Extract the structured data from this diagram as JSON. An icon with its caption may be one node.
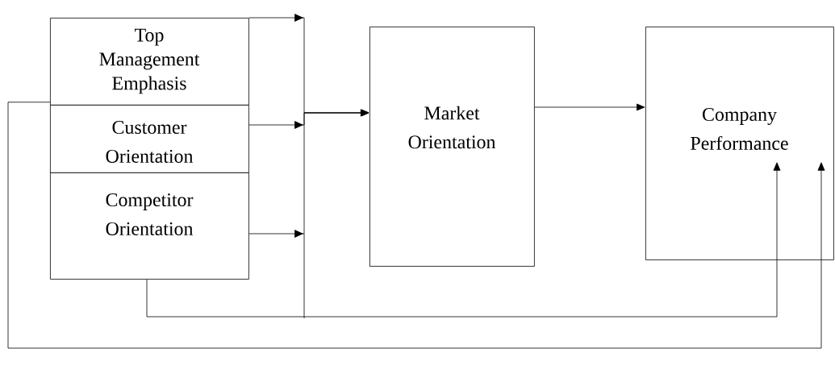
{
  "diagram": {
    "nodes": [
      {
        "text": [
          "Top Management Emphasis"
        ]
      },
      {
        "text": [
          "Customer Orientation"
        ]
      },
      {
        "text": [
          "Competitor Orientation"
        ]
      },
      {
        "text": [
          "Market Orientation"
        ]
      },
      {
        "text": [
          "Company Performance"
        ]
      }
    ],
    "edges": [
      {
        "from": 0,
        "to": 3,
        "arrow": "to"
      },
      {
        "from": 1,
        "to": 3,
        "arrow": "to"
      },
      {
        "from": 2,
        "to": 3,
        "arrow": "to"
      },
      {
        "from": 3,
        "to": 4,
        "arrow": "to"
      },
      {
        "from": 2,
        "to": 4,
        "arrow": "to"
      },
      {
        "from": 0,
        "to": 4,
        "arrow": "to"
      }
    ]
  }
}
